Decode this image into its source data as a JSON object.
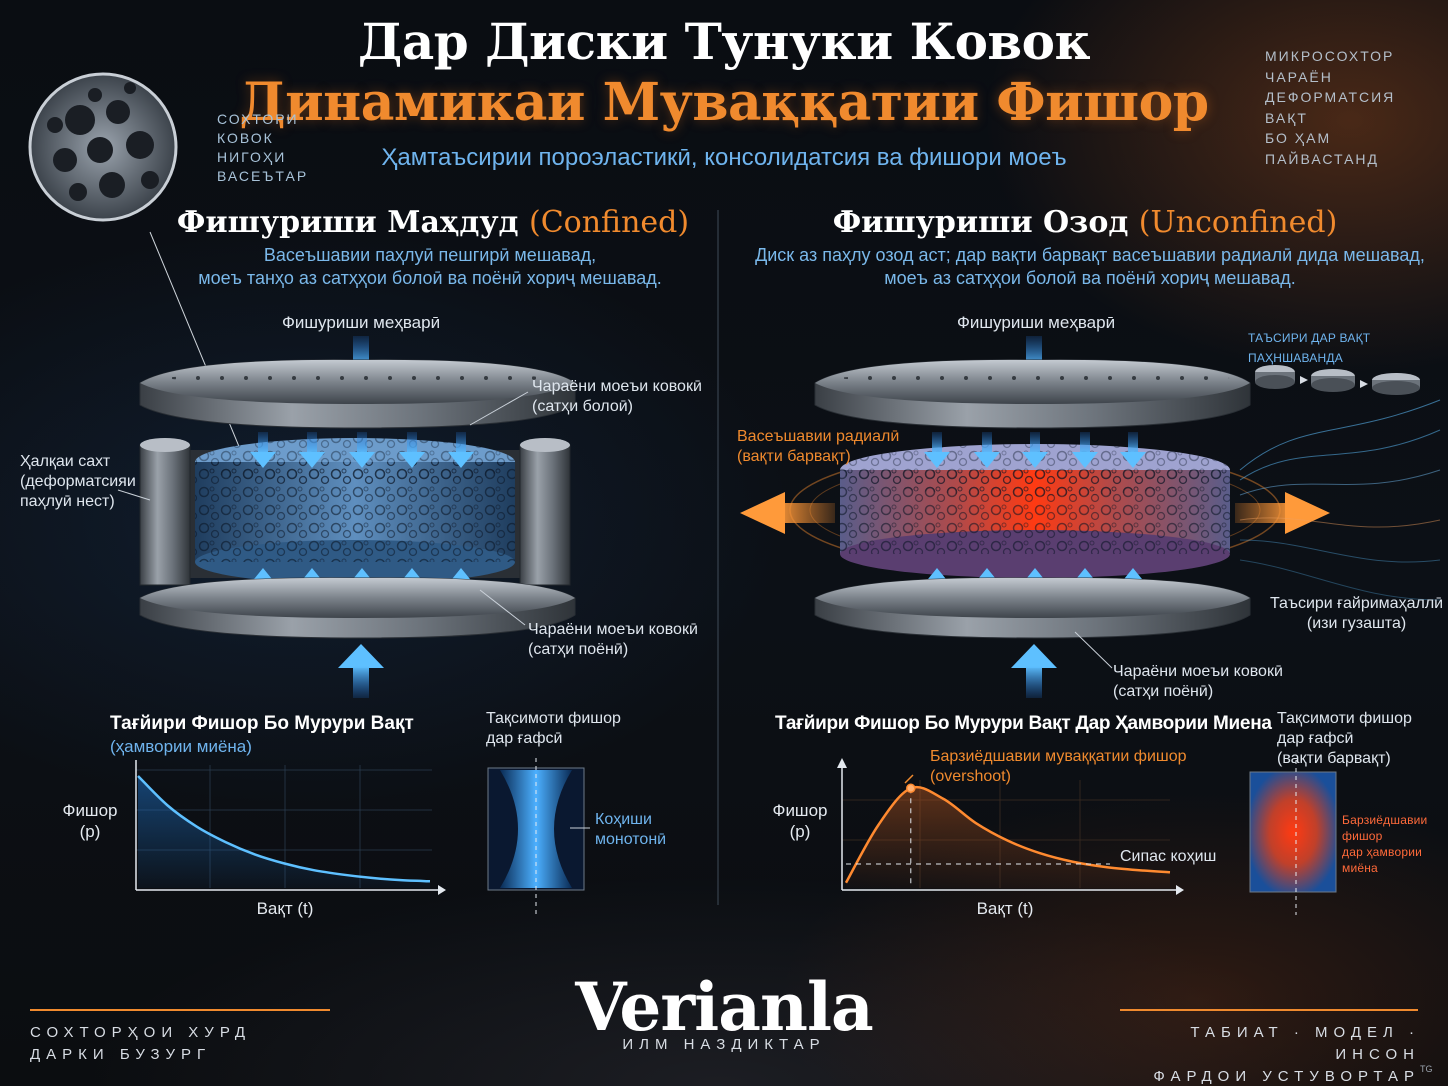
{
  "header": {
    "title_line1": "Дар Диски Тунуки Ковок",
    "title_line2": "Динамикаи Муваққатии Фишор",
    "subtitle": "Ҳамтаъсирии пороэластикӣ, консолидатсия ва фишори моеъ"
  },
  "micro_inset": {
    "lines": [
      "СОХТОРИ",
      "КОВОК",
      "НИГОҲИ",
      "ВАСЕЪТАР"
    ]
  },
  "keywords": [
    "МИКРОСОХТОР",
    "ЧАРАЁН",
    "ДЕФОРМАТСИЯ",
    "ВАҚТ",
    "БО ҲАМ ПАЙВАСТАНД"
  ],
  "confined": {
    "title_main": "Фишуриши Маҳдуд",
    "title_accent": "(Confined)",
    "desc_line1": "Васеъшавии паҳлуӣ пешгирӣ мешавад,",
    "desc_line2": "моеъ танҳо аз сатҳҳои болоӣ ва поёнӣ хориҷ мешавад.",
    "axial_label": "Фишуриши меҳварӣ",
    "top_flow_line1": "Чараёни моеъи ковокӣ",
    "top_flow_line2": "(сатҳи болоӣ)",
    "ring_line1": "Ҳалқаи сахт",
    "ring_line2": "(деформатсияи",
    "ring_line3": "паҳлуӣ нест)",
    "bottom_flow_line1": "Чараёни моеъи ковокӣ",
    "bottom_flow_line2": "(сатҳи поёнӣ)",
    "chart_title": "Тағйири Фишор Бо Мурури Вақт",
    "chart_sub": "(ҳамвории миёна)",
    "y_label_line1": "Фишор",
    "y_label_line2": "(p)",
    "x_label": "Вақт (t)",
    "dist_title_line1": "Тақсимоти фишор",
    "dist_title_line2": "дар ғафсӣ",
    "dist_note_line1": "Коҳиши",
    "dist_note_line2": "монотонӣ"
  },
  "unconfined": {
    "title_main": "Фишуриши Озод",
    "title_accent": "(Unconfined)",
    "desc_line1": "Диск аз паҳлу озод аст; дар вақти барвақт васеъшавии радиалӣ дида мешавад,",
    "desc_line2": "моеъ аз сатҳҳои болоӣ ва поёнӣ хориҷ мешавад.",
    "axial_label": "Фишуриши меҳварӣ",
    "radial_line1": "Васеъшавии радиалӣ",
    "radial_line2": "(вақти барвақт)",
    "time_effect_label": "ТАЪСИРИ ДАР ВАҚТ ПАҲНШАВАНДА",
    "nonlocal_line1": "Таъсири ғайримаҳаллӣ",
    "nonlocal_line2": "(изи гузашта)",
    "bottom_flow_line1": "Чараёни моеъи ковокӣ",
    "bottom_flow_line2": "(сатҳи поёнӣ)",
    "chart_title": "Тағйири Фишор Бо Мурури Вақт Дар Ҳамвории Миена",
    "overshoot_line1": "Барзиёдшавии муваққатии фишор",
    "overshoot_line2": "(overshoot)",
    "y_label_line1": "Фишор",
    "y_label_line2": "(p)",
    "x_label": "Вақт (t)",
    "decay_label": "Сипас коҳиш",
    "dist_title_line1": "Тақсимоти фишор",
    "dist_title_line2": "дар ғафсӣ",
    "dist_title_line3": "(вақти барвақт)",
    "dist_note_line1": "Барзиёдшавии фишор",
    "dist_note_line2": "дар ҳамвории миёна"
  },
  "footer": {
    "brand": "Verianla",
    "brand_sub": "ИЛМ НАЗДИКТАР",
    "left_line1": "СОХТОРҲОИ ХУРД",
    "left_line2": "ДАРКИ БУЗУРГ",
    "right_line1": "ТАБИАТ · МОДЕЛ · ИНСОН",
    "right_line2": "ФАРДОИ УСТУВОРТАР",
    "corner_tag": "TG"
  },
  "colors": {
    "blue_accent": "#3aa7ff",
    "orange_accent": "#f08a2e",
    "red_core": "#ff4a1c",
    "steel": "#8a9098"
  },
  "chart_data": [
    {
      "type": "line",
      "title": "Тағйири Фишор Бо Мурури Вақт",
      "xlabel": "Вақт (t)",
      "ylabel": "Фишор (p)",
      "series": [
        {
          "values": [
            1.0,
            0.74,
            0.55,
            0.41,
            0.3,
            0.22,
            0.16,
            0.12,
            0.09,
            0.07,
            0.06
          ]
        }
      ],
      "x": [
        0,
        1,
        2,
        3,
        4,
        5,
        6,
        7,
        8,
        9,
        10
      ],
      "grid": true
    },
    {
      "type": "line",
      "title": "Тағйири Фишор Бо Мурури Вақт Дар Ҳамвории Миена",
      "xlabel": "Вақт (t)",
      "ylabel": "Фишор (p)",
      "series": [
        {
          "values": [
            0.05,
            0.6,
            0.95,
            0.85,
            0.62,
            0.45,
            0.33,
            0.25,
            0.2,
            0.17,
            0.15
          ]
        }
      ],
      "x": [
        0,
        1,
        2,
        3,
        4,
        5,
        6,
        7,
        8,
        9,
        10
      ],
      "annotations": [
        "Барзиёдшавии муваққатии фишор (overshoot)",
        "Сипас коҳиш"
      ],
      "grid": true
    }
  ]
}
